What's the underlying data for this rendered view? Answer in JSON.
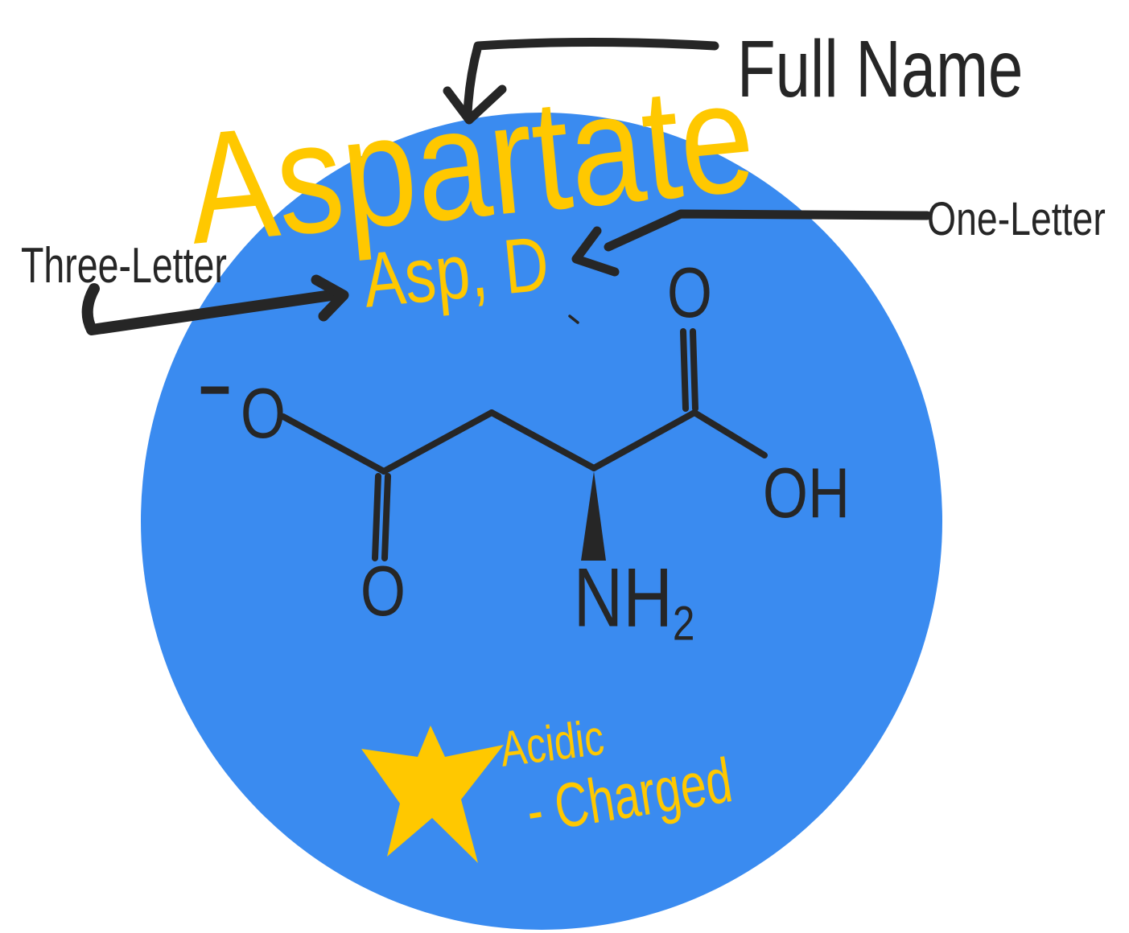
{
  "colors": {
    "circle_blue": "#3a8bf0",
    "accent_yellow": "#ffc800",
    "ink_black": "#262626"
  },
  "amino_acid": {
    "full_name": "Aspartate",
    "abbreviations": "Asp, D"
  },
  "annotations": {
    "full_name_label": "Full Name",
    "three_letter_label": "Three-Letter",
    "one_letter_label": "One-Letter"
  },
  "molecule": {
    "charge_sign": "−",
    "carboxylate_oxygen": "O",
    "carbonyl_oxygen_left": "O",
    "carbonyl_oxygen_right": "O",
    "hydroxyl_group": "OH",
    "amine_group": "NH",
    "amine_subscript": "2"
  },
  "properties": {
    "classification": "Acidic",
    "charge_state": "- Charged"
  }
}
